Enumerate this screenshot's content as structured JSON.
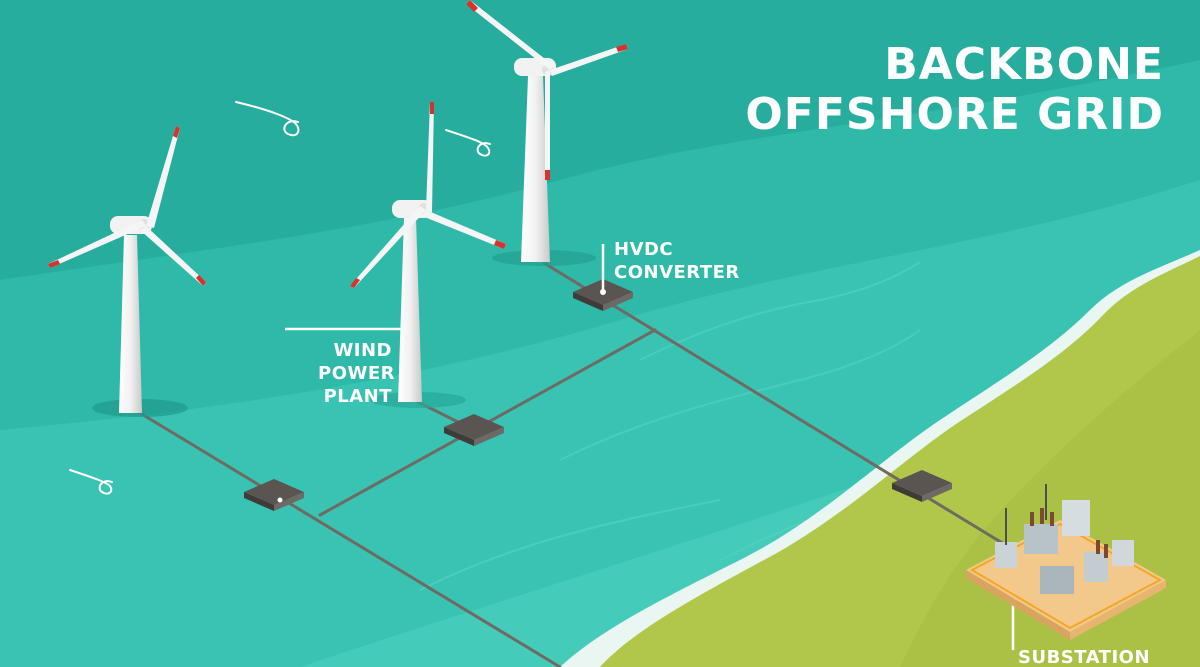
{
  "title": {
    "line1": "BACKBONE",
    "line2": "OFFSHORE GRID"
  },
  "labels": {
    "wind_power_plant": [
      "WIND",
      "POWER",
      "PLANT"
    ],
    "hvdc_converter": [
      "HVDC",
      "CONVERTER"
    ],
    "substation": "SUBSTATION"
  },
  "colors": {
    "sea_deep": "#26ab9c",
    "sea_mid": "#2fbaa9",
    "sea_light": "#40c8b7",
    "surf": "#e9f6f2",
    "land": "#b1c74a",
    "land_dark": "#a2b93f",
    "cable": "#6f6a62",
    "converter": "#4d4843",
    "turbine": "#ececec",
    "blade_tip": "#d9322c"
  },
  "icons": [
    "wind-turbine-icon",
    "converter-box-icon",
    "substation-icon",
    "wind-swirl-icon"
  ]
}
